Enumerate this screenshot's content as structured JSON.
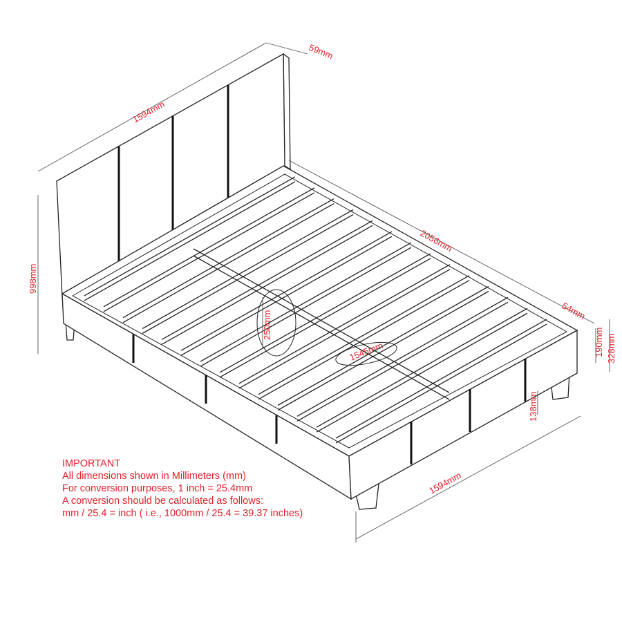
{
  "dimensions": {
    "headboard_width": "1594mm",
    "headboard_thickness": "59mm",
    "headboard_height": "998mm",
    "frame_length": "2056mm",
    "rail_thickness": "54mm",
    "rail_height": "190mm",
    "total_frame_height": "328mm",
    "leg_height": "138mm",
    "center_support_height": "250mm",
    "center_support_length": "1545mm",
    "frame_width": "1594mm"
  },
  "note": {
    "title": "IMPORTANT",
    "lines": [
      "All dimensions shown in Millimeters (mm)",
      "For conversion purposes, 1 inch = 25.4mm",
      "A conversion should be calculated as follows:",
      "mm / 25.4 = inch ( i.e., 1000mm / 25.4 = 39.37 inches)"
    ]
  },
  "colors": {
    "label": "#e0202a",
    "line": "#222222"
  },
  "slat_count": 14
}
